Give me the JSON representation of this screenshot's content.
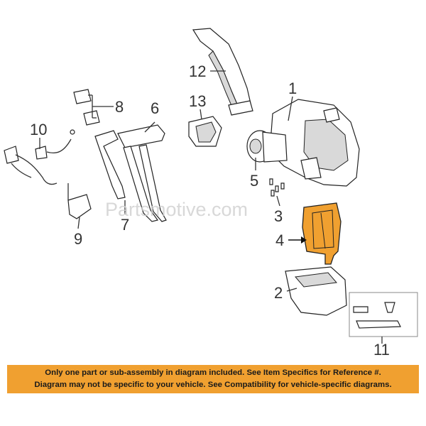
{
  "callouts": {
    "c1": "1",
    "c2": "2",
    "c3": "3",
    "c4": "4",
    "c5": "5",
    "c6": "6",
    "c7": "7",
    "c8": "8",
    "c9": "9",
    "c10": "10",
    "c11": "11",
    "c12": "12",
    "c13": "13"
  },
  "watermark": "Partsmotive.com",
  "notice": {
    "line1": "Only one part or sub-assembly in diagram included. See Item Specifics for Reference #.",
    "line2": "Diagram may not be specific to your vehicle. See Compatibility for vehicle-specific diagrams."
  },
  "colors": {
    "highlight": "#f0a030",
    "banner": "#f0a030",
    "line": "#222222"
  }
}
